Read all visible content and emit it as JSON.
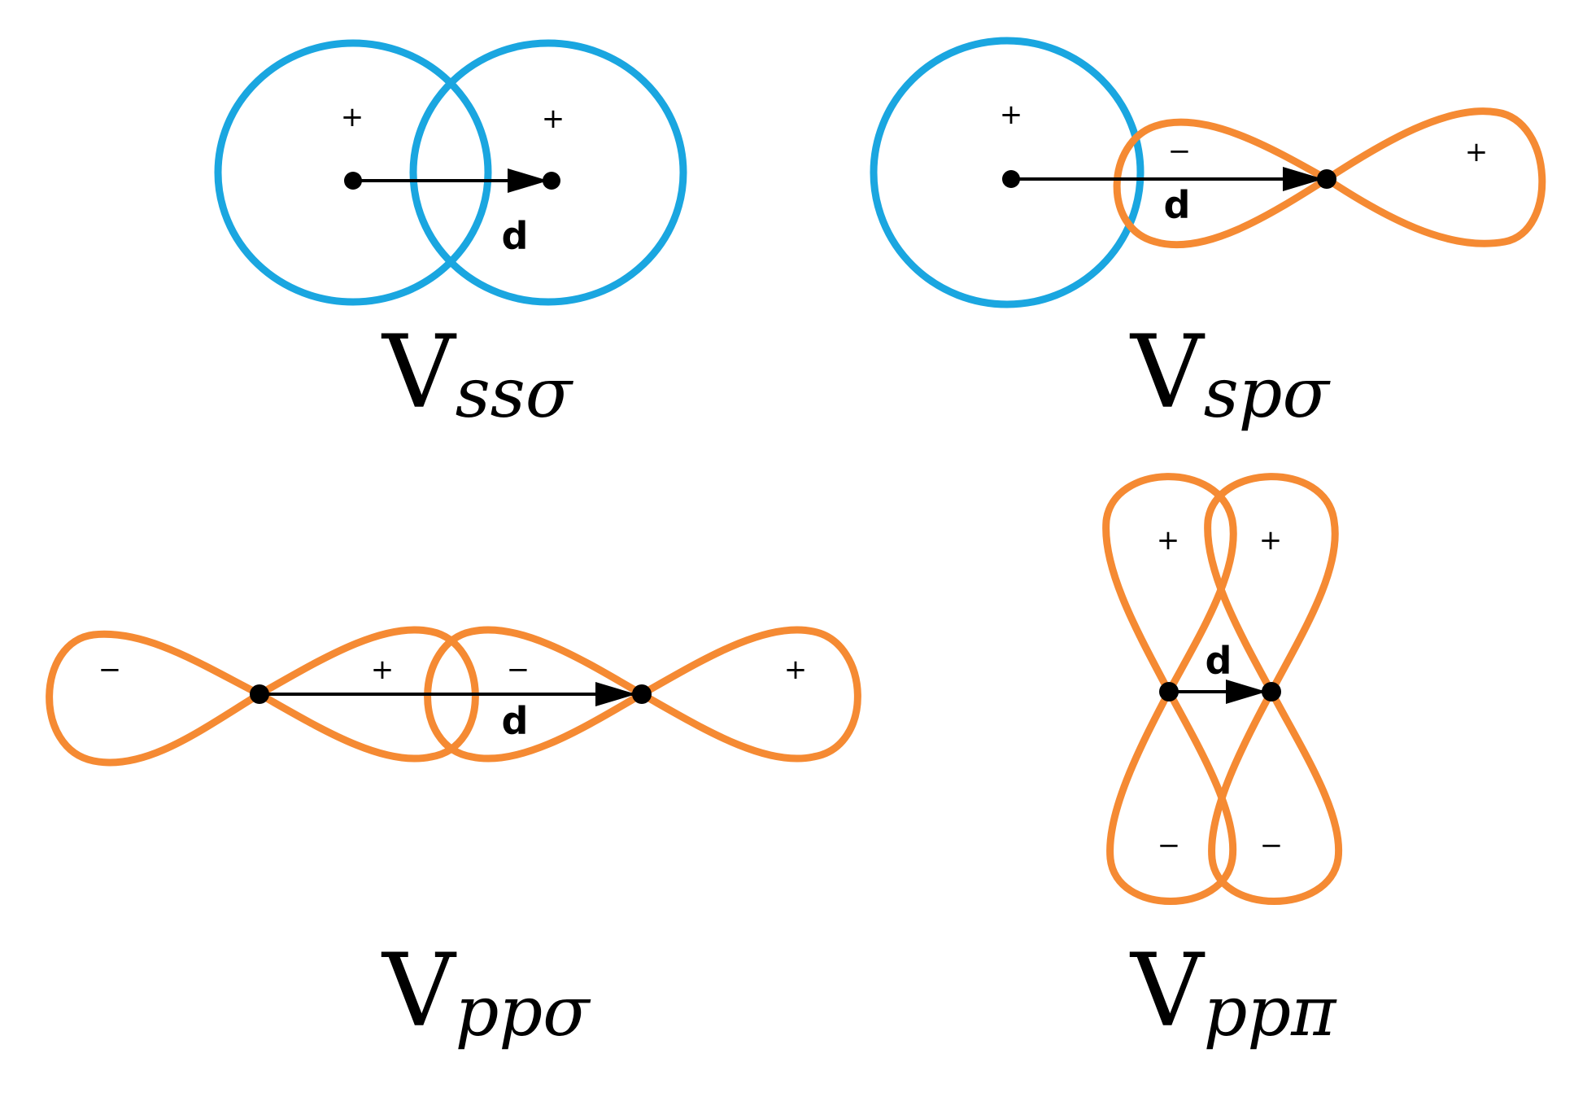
{
  "panels": {
    "ss_sigma": {
      "caption_main": "V",
      "caption_sub": "ssσ",
      "sign_left": "+",
      "sign_right": "+",
      "distance_label": "d"
    },
    "sp_sigma": {
      "caption_main": "V",
      "caption_sub": "spσ",
      "sign_s": "+",
      "sign_p_inner": "−",
      "sign_p_outer": "+",
      "distance_label": "d"
    },
    "pp_sigma": {
      "caption_main": "V",
      "caption_sub": "ppσ",
      "sign_1": "−",
      "sign_2": "+",
      "sign_3": "−",
      "sign_4": "+",
      "distance_label": "d"
    },
    "pp_pi": {
      "caption_main": "V",
      "caption_sub": "ppπ",
      "sign_top_left": "+",
      "sign_top_right": "+",
      "sign_bottom_left": "−",
      "sign_bottom_right": "−",
      "distance_label": "d"
    }
  },
  "colors": {
    "s_orbital": "#1aa6e0",
    "p_orbital": "#f58a33",
    "vector": "#000000"
  }
}
